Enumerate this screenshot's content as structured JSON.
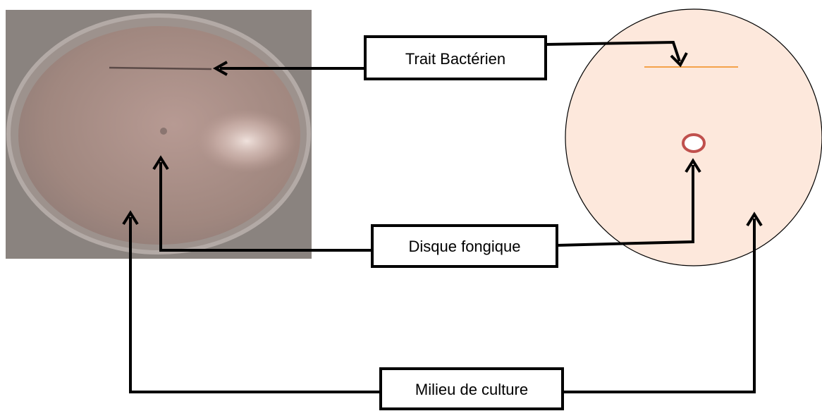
{
  "labels": {
    "bacterial_streak": "Trait Bactérien",
    "fungal_disc": "Disque fongique",
    "culture_medium": "Milieu de culture"
  },
  "colors": {
    "schematic_dish_fill": "#fde8dc",
    "streak_line": "#f4a24a",
    "disc_outline": "#c0504d",
    "photo_background": "#8c8480",
    "photo_agar": "#a58c85"
  }
}
